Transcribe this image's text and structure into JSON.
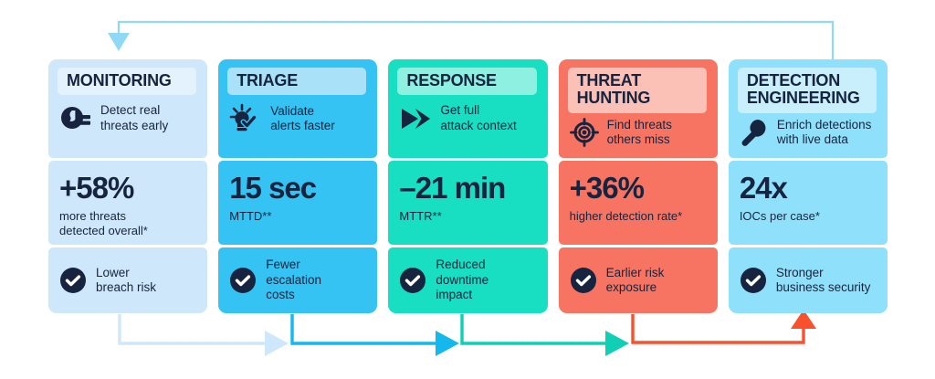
{
  "meta": {
    "title": "SOC lifecycle outcomes infographic",
    "dark_text": "#16243f"
  },
  "columns": [
    {
      "id": "monitoring",
      "title": "MONITORING",
      "colors": {
        "body": "#cfe7fb",
        "header_pill": "#e4f2fe",
        "cell_alt": "#cfe7fb"
      },
      "icon": {
        "name": "monitor-person-icon",
        "glyph": "monitor-person"
      },
      "feature": "Detect real\nthreats early",
      "metric_value": "+58%",
      "metric_label": "more threats\ndetected overall*",
      "benefit": "Lower\nbreach risk"
    },
    {
      "id": "triage",
      "title": "TRIAGE",
      "colors": {
        "body": "#34c3f2",
        "header_pill": "#a9e2f8",
        "cell_alt": "#34c3f2"
      },
      "icon": {
        "name": "alert-check-icon",
        "glyph": "alert-check"
      },
      "feature": "Validate\nalerts faster",
      "metric_value": "15 sec",
      "metric_label": "MTTD**",
      "benefit": "Fewer\nescalation\ncosts"
    },
    {
      "id": "response",
      "title": "RESPONSE",
      "colors": {
        "body": "#18dec2",
        "header_pill": "#8ef0e1",
        "cell_alt": "#18dec2"
      },
      "icon": {
        "name": "fast-forward-icon",
        "glyph": "fast-forward"
      },
      "feature": "Get full\nattack context",
      "metric_value": "–21 min",
      "metric_label": "MTTR**",
      "benefit": "Reduced\ndowntime\nimpact"
    },
    {
      "id": "threat-hunting",
      "title": "THREAT\nHUNTING",
      "colors": {
        "body": "#f87462",
        "header_pill": "#fbc0b6",
        "cell_alt": "#f87462"
      },
      "icon": {
        "name": "crosshair-target-icon",
        "glyph": "crosshair"
      },
      "feature": "Find threats\nothers miss",
      "metric_value": "+36%",
      "metric_label": "higher detection rate*",
      "benefit": "Earlier risk\nexposure"
    },
    {
      "id": "detection-engineering",
      "title": "DETECTION\nENGINEERING",
      "colors": {
        "body": "#8fe0fb",
        "header_pill": "#c9effd",
        "cell_alt": "#8fe0fb"
      },
      "icon": {
        "name": "wrench-icon",
        "glyph": "wrench"
      },
      "feature": "Enrich detections\nwith live data",
      "metric_value": "24x",
      "metric_label": "IOCs per case*",
      "benefit": "Stronger\nbusiness security"
    }
  ],
  "connectors": {
    "feedback_loop": {
      "name": "feedback-loop-arrow",
      "color": "#8fd9f7",
      "direction": "right-to-left-top"
    },
    "flow": [
      {
        "name": "flow-arrow-monitoring-to-triage",
        "color": "#cfe7fb"
      },
      {
        "name": "flow-arrow-triage-to-response",
        "color": "#14b8ec"
      },
      {
        "name": "flow-arrow-response-to-threat-hunting",
        "color": "#10cfb4"
      },
      {
        "name": "flow-arrow-threat-hunting-to-detection-engineering",
        "color": "#f9502e"
      }
    ]
  }
}
